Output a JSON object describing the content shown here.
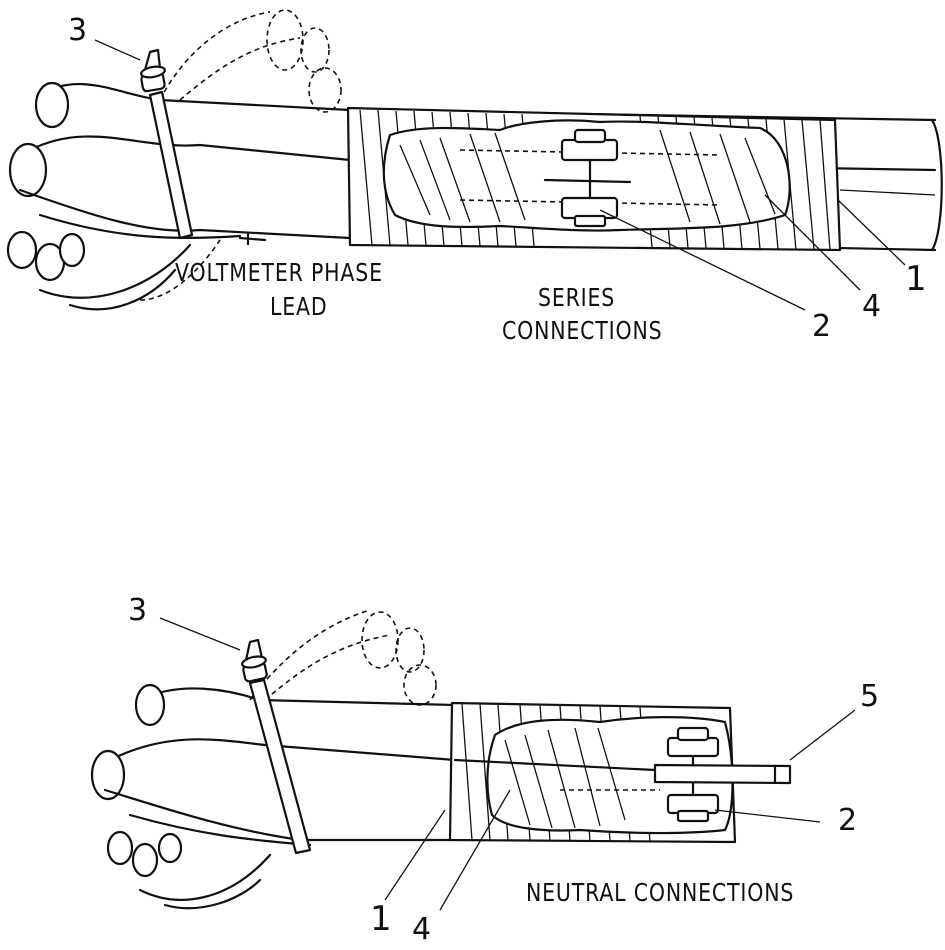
{
  "top_figure": {
    "label_voltmeter_line1": "VOLTMETER PHASE",
    "label_voltmeter_line2": "LEAD",
    "label_series_line1": "SERIES",
    "label_series_line2": "CONNECTIONS",
    "callouts": {
      "c3": "3",
      "c2": "2",
      "c4": "4",
      "c1": "1"
    }
  },
  "bottom_figure": {
    "label_neutral": "NEUTRAL CONNECTIONS",
    "callouts": {
      "c3": "3",
      "c5": "5",
      "c2": "2",
      "c1": "1",
      "c4": "4"
    }
  }
}
